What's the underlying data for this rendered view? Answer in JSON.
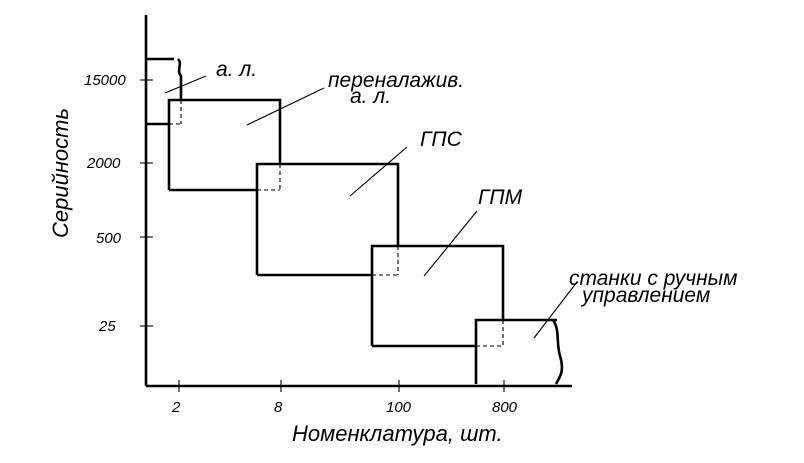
{
  "diagram": {
    "y_axis_title": "Серийность",
    "x_axis_title": "Номенклатура, шт.",
    "y_ticks": [
      "15000",
      "2000",
      "500",
      "25"
    ],
    "x_ticks": [
      "2",
      "8",
      "100",
      "800"
    ],
    "regions": [
      {
        "id": "al",
        "label": "а. л."
      },
      {
        "id": "pal",
        "label_line1": "переналажив.",
        "label_line2": "а. л."
      },
      {
        "id": "gps",
        "label": "ГПС"
      },
      {
        "id": "gpm",
        "label": "ГПМ"
      },
      {
        "id": "manual",
        "label_line1": "станки с ручным",
        "label_line2": "управлением"
      }
    ]
  }
}
